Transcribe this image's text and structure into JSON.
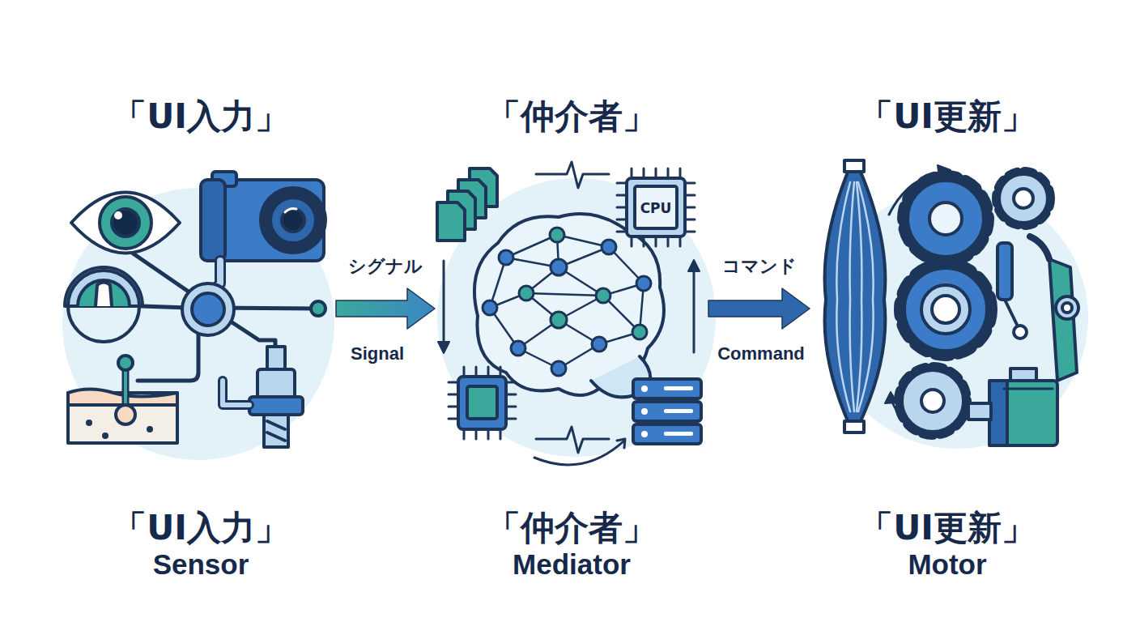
{
  "diagram": {
    "nodes": [
      {
        "text": [
          "「UI入力」",
          "「UI入力」",
          "Sensor"
        ]
      },
      {
        "text": [
          "「仲介者」",
          "「仲介者」",
          "Mediator"
        ]
      },
      {
        "text": [
          "「UI更新」",
          "「UI更新」",
          "Motor"
        ]
      }
    ],
    "edges": [
      {
        "from": 0,
        "to": 1,
        "arrow": "to",
        "label": "シグナル"
      },
      {
        "from": 1,
        "to": 2,
        "arrow": "to",
        "label": "コマンド"
      }
    ],
    "labels": [
      "Signal",
      "Command",
      "CPU"
    ]
  }
}
